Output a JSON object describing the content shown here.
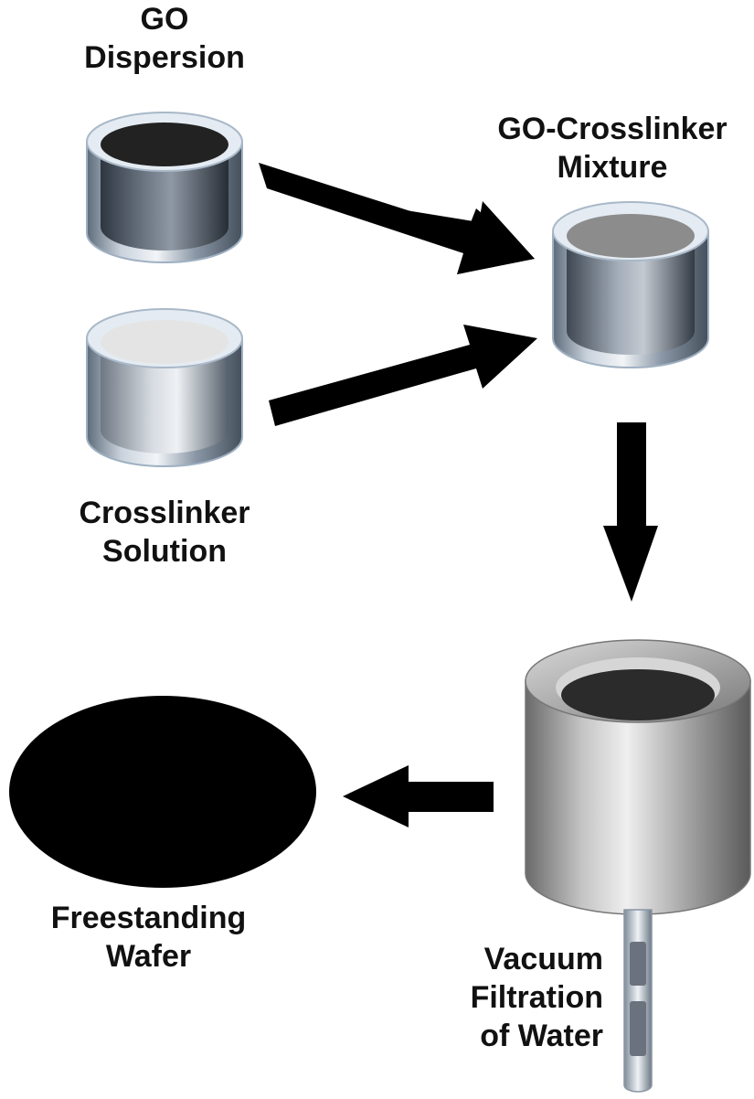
{
  "labels": {
    "go_dispersion": [
      "GO",
      "Dispersion"
    ],
    "crosslinker_solution": [
      "Crosslinker",
      "Solution"
    ],
    "mixture": [
      "GO-Crosslinker",
      "Mixture"
    ],
    "filtration": [
      "Vacuum",
      "Filtration",
      "of Water"
    ],
    "wafer": [
      "Freestanding",
      "Wafer"
    ]
  },
  "colors": {
    "arrow": "#000000",
    "go_liquid": "#2a2a2a",
    "crosslinker_liquid": "#e2e2e2",
    "mixture_liquid": "#8a8a8a",
    "wafer": "#000000",
    "filter_body": "#9a9a9a",
    "glass_rim": "#dfe7f0"
  }
}
